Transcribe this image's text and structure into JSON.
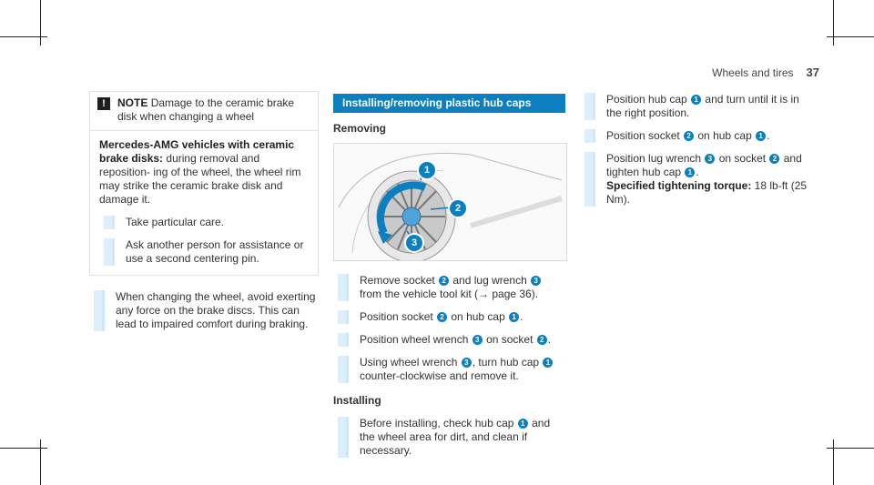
{
  "header": {
    "section": "Wheels and tires",
    "page": "37"
  },
  "note": {
    "label": "NOTE",
    "text": "Damage to the ceramic brake disk when changing a wheel",
    "body_title": "Mercedes-AMG vehicles with ceramic brake disks:",
    "body_text": "during removal and reposition- ing of the wheel, the wheel rim may strike the ceramic brake disk and damage it.",
    "steps": [
      "Take particular care.",
      "Ask another person for assistance or use a second centering pin."
    ]
  },
  "col1_step": "When changing the wheel, avoid exerting any force on the brake discs. This can lead to impaired comfort during braking.",
  "section_title": "Installing/removing plastic hub caps",
  "removing": {
    "title": "Removing",
    "steps": [
      {
        "a": "Remove socket ",
        "n1": "2",
        "b": " and lug wrench ",
        "n2": "3",
        "c": " from the vehicle tool kit (→ page 36)."
      },
      {
        "a": "Position socket ",
        "n1": "2",
        "b": " on hub cap ",
        "n2": "1",
        "c": "."
      },
      {
        "a": "Position wheel wrench ",
        "n1": "3",
        "b": " on socket ",
        "n2": "2",
        "c": "."
      },
      {
        "a": "Using wheel wrench ",
        "n1": "3",
        "b": ", turn hub cap ",
        "n2": "1",
        "c": " counter-clockwise and remove it."
      }
    ]
  },
  "installing": {
    "title": "Installing",
    "step": {
      "a": "Before installing, check hub cap ",
      "n1": "1",
      "b": " and the wheel area for dirt, and clean if necessary."
    }
  },
  "col3": {
    "s1": {
      "a": "Position hub cap ",
      "n1": "1",
      "b": " and turn until it is in the right position."
    },
    "s2": {
      "a": "Position socket ",
      "n1": "2",
      "b": " on hub cap ",
      "n2": "1",
      "c": "."
    },
    "s3": {
      "a": "Position lug wrench ",
      "n1": "3",
      "b": " on socket ",
      "n2": "2",
      "c": " and tighten hub cap ",
      "n3": "1",
      "d": "."
    },
    "spec_label": "Specified tightening torque:",
    "spec_value": "18 lb-ft (25 Nm)."
  },
  "figure": {
    "callouts": [
      "1",
      "2",
      "3"
    ],
    "accent": "#0b7fc0"
  }
}
